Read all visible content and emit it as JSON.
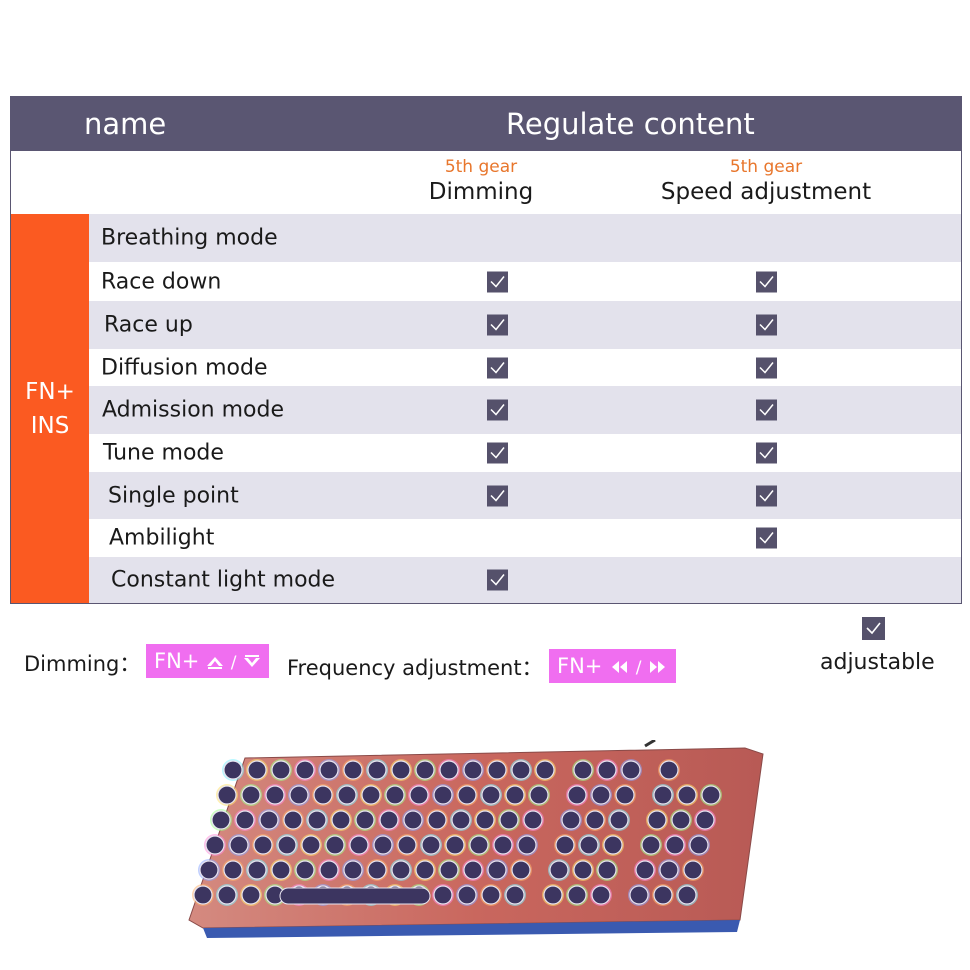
{
  "header": {
    "name_label": "name",
    "content_label": "Regulate content"
  },
  "columns": [
    {
      "gear": "5th gear",
      "label": "Dimming"
    },
    {
      "gear": "5th gear",
      "label": "Speed adjustment"
    }
  ],
  "fn_cell": {
    "line1": "FN+",
    "line2": "INS"
  },
  "rows": [
    {
      "mode": "Breathing mode",
      "dimming": false,
      "speed": false
    },
    {
      "mode": "Race down",
      "dimming": true,
      "speed": true
    },
    {
      "mode": "Race up",
      "dimming": true,
      "speed": true
    },
    {
      "mode": "Diffusion mode",
      "dimming": true,
      "speed": true
    },
    {
      "mode": "Admission mode",
      "dimming": true,
      "speed": true
    },
    {
      "mode": "Tune mode",
      "dimming": true,
      "speed": true
    },
    {
      "mode": "Single point",
      "dimming": true,
      "speed": true
    },
    {
      "mode": "Ambilight",
      "dimming": false,
      "speed": true
    },
    {
      "mode": "Constant light mode",
      "dimming": true,
      "speed": false
    }
  ],
  "legend": {
    "dimming_label": "Dimming：",
    "dimming_key": "FN+",
    "frequency_label": "Frequency adjustment：",
    "frequency_key": "FN+",
    "adjustable_label": "adjustable"
  },
  "colors": {
    "header_bg": "#5a5672",
    "fn_bg": "#fb5a21",
    "gear_text": "#e8762c",
    "row_shade": "#e3e2ec",
    "checkbox": "#55516b",
    "badge_bg": "#f06ef0"
  },
  "icons": {
    "checkbox": "checkmark-icon",
    "up_arrow": "up-arrow-icon",
    "down_arrow": "down-arrow-icon",
    "left_arrow": "left-arrow-icon",
    "right_arrow": "right-arrow-icon"
  }
}
